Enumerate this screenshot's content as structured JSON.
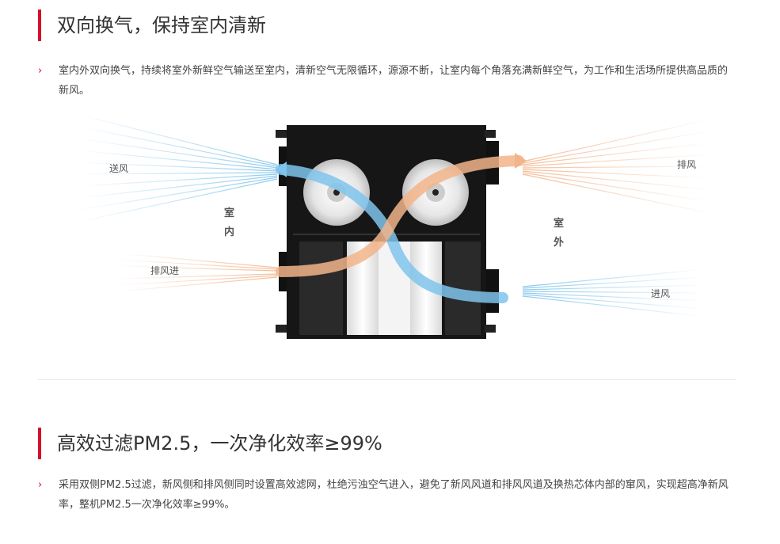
{
  "section1": {
    "title": "双向换气，保持室内清新",
    "chevron": "›",
    "description": "室内外双向换气，持续将室外新鲜空气输送至室内，清新空气无限循环，源源不断，让室内每个角落充满新鲜空气，为工作和生活场所提供高品质的新风。"
  },
  "diagram": {
    "label_supply": "送风",
    "label_exhaust": "排风",
    "label_exhaust_in": "排风进",
    "label_fresh_in": "进风",
    "label_indoor_1": "室",
    "label_indoor_2": "内",
    "label_outdoor_1": "室",
    "label_outdoor_2": "外",
    "colors": {
      "fresh_air": "#7fc4ec",
      "exhaust_air": "#f2b48a",
      "unit_body": "#161616"
    }
  },
  "section2": {
    "title": "高效过滤PM2.5，一次净化效率≥99%",
    "chevron": "›",
    "description": "采用双侧PM2.5过滤，新风侧和排风侧同时设置高效滤网，杜绝污浊空气进入，避免了新风风道和排风风道及换热芯体内部的窜风，实现超高净新风率，整机PM2.5一次净化效率≥99%。"
  },
  "brand_color": "#d4102a"
}
